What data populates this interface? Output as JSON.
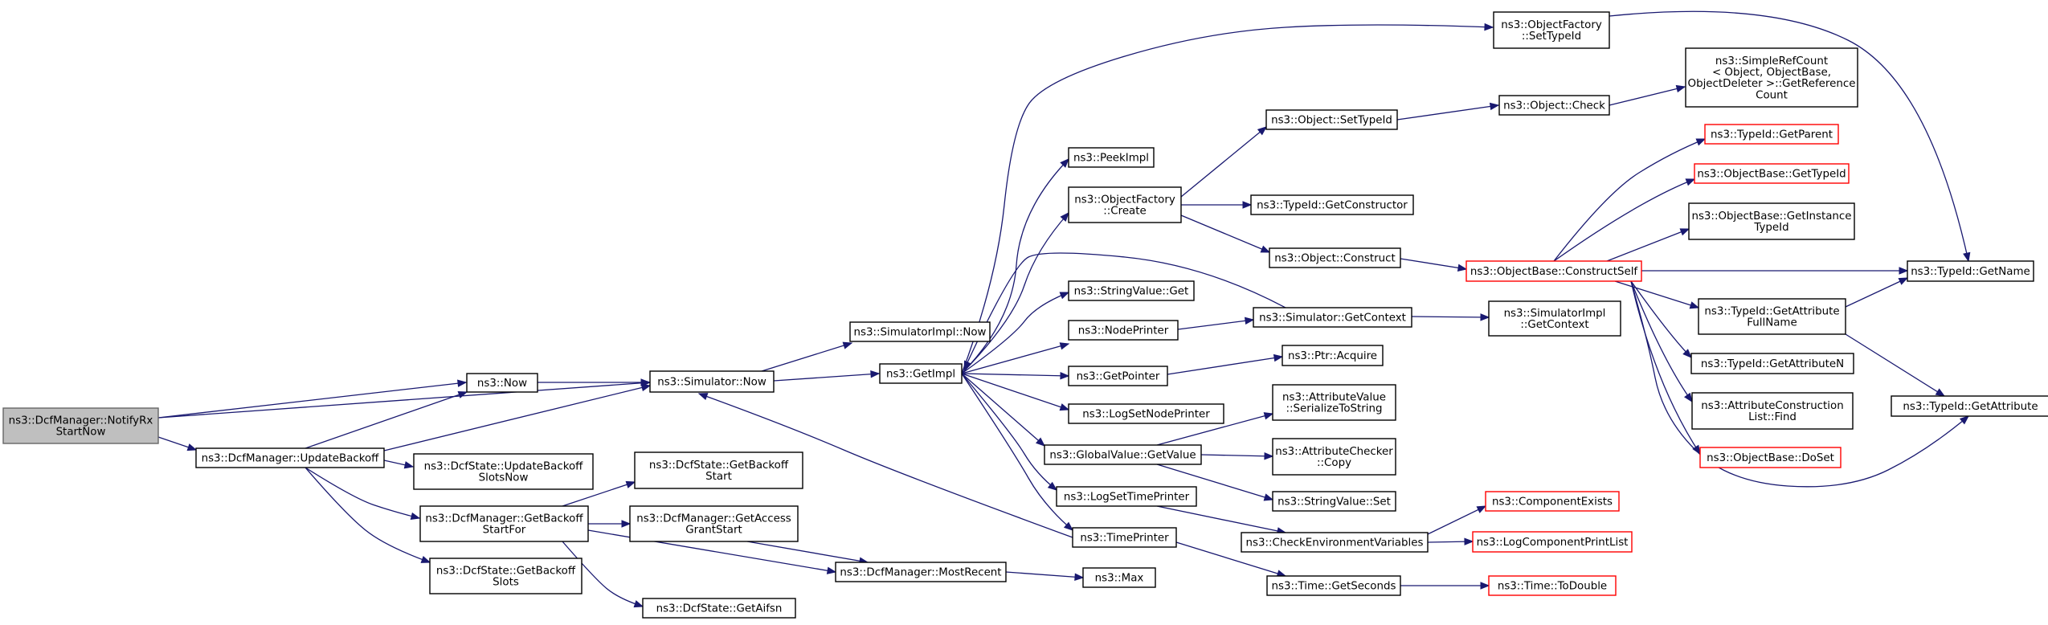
{
  "graph": {
    "type": "call-graph",
    "root": "n1",
    "nodes": [
      {
        "id": "n1",
        "lines": [
          "ns3::DcfManager::NotifyRx",
          "StartNow"
        ],
        "root": true
      },
      {
        "id": "n2",
        "lines": [
          "ns3::Now"
        ]
      },
      {
        "id": "n3",
        "lines": [
          "ns3::DcfManager::UpdateBackoff"
        ]
      },
      {
        "id": "n4",
        "lines": [
          "ns3::Simulator::Now"
        ]
      },
      {
        "id": "n5",
        "lines": [
          "ns3::SimulatorImpl::Now"
        ]
      },
      {
        "id": "n6",
        "lines": [
          "ns3::GetImpl"
        ]
      },
      {
        "id": "n7",
        "lines": [
          "ns3::ObjectFactory",
          "::SetTypeId"
        ]
      },
      {
        "id": "n8",
        "lines": [
          "ns3::TypeId::GetName"
        ]
      },
      {
        "id": "n9",
        "lines": [
          "ns3::PeekImpl"
        ]
      },
      {
        "id": "n10",
        "lines": [
          "ns3::ObjectFactory",
          "::Create"
        ]
      },
      {
        "id": "n11",
        "lines": [
          "ns3::Object::SetTypeId"
        ]
      },
      {
        "id": "n12",
        "lines": [
          "ns3::Object::Check"
        ]
      },
      {
        "id": "n13",
        "lines": [
          "ns3::SimpleRefCount",
          "< Object, ObjectBase,",
          "ObjectDeleter >::GetReference",
          "Count"
        ]
      },
      {
        "id": "n14",
        "lines": [
          "ns3::TypeId::GetConstructor"
        ]
      },
      {
        "id": "n15",
        "lines": [
          "ns3::Object::Construct"
        ]
      },
      {
        "id": "n16",
        "lines": [
          "ns3::ObjectBase::ConstructSelf"
        ],
        "truncated": true
      },
      {
        "id": "n17",
        "lines": [
          "ns3::TypeId::GetParent"
        ],
        "truncated": true
      },
      {
        "id": "n18",
        "lines": [
          "ns3::ObjectBase::GetTypeId"
        ],
        "truncated": true
      },
      {
        "id": "n19",
        "lines": [
          "ns3::ObjectBase::GetInstance",
          "TypeId"
        ]
      },
      {
        "id": "n20",
        "lines": [
          "ns3::TypeId::GetAttribute",
          "FullName"
        ]
      },
      {
        "id": "n21",
        "lines": [
          "ns3::TypeId::GetAttributeN"
        ]
      },
      {
        "id": "n22",
        "lines": [
          "ns3::AttributeConstruction",
          "List::Find"
        ]
      },
      {
        "id": "n23",
        "lines": [
          "ns3::ObjectBase::DoSet"
        ],
        "truncated": true
      },
      {
        "id": "n24",
        "lines": [
          "ns3::TypeId::GetAttribute"
        ]
      },
      {
        "id": "n25",
        "lines": [
          "ns3::StringValue::Get"
        ]
      },
      {
        "id": "n26",
        "lines": [
          "ns3::NodePrinter"
        ]
      },
      {
        "id": "n27",
        "lines": [
          "ns3::Simulator::GetContext"
        ]
      },
      {
        "id": "n28",
        "lines": [
          "ns3::SimulatorImpl",
          "::GetContext"
        ]
      },
      {
        "id": "n29",
        "lines": [
          "ns3::GetPointer"
        ]
      },
      {
        "id": "n30",
        "lines": [
          "ns3::Ptr::Acquire"
        ]
      },
      {
        "id": "n31",
        "lines": [
          "ns3::LogSetNodePrinter"
        ]
      },
      {
        "id": "n32",
        "lines": [
          "ns3::GlobalValue::GetValue"
        ]
      },
      {
        "id": "n33",
        "lines": [
          "ns3::AttributeValue",
          "::SerializeToString"
        ]
      },
      {
        "id": "n34",
        "lines": [
          "ns3::AttributeChecker",
          "::Copy"
        ]
      },
      {
        "id": "n35",
        "lines": [
          "ns3::StringValue::Set"
        ]
      },
      {
        "id": "n36",
        "lines": [
          "ns3::LogSetTimePrinter"
        ]
      },
      {
        "id": "n37",
        "lines": [
          "ns3::TimePrinter"
        ]
      },
      {
        "id": "n38",
        "lines": [
          "ns3::CheckEnvironmentVariables"
        ]
      },
      {
        "id": "n39",
        "lines": [
          "ns3::ComponentExists"
        ],
        "truncated": true
      },
      {
        "id": "n40",
        "lines": [
          "ns3::LogComponentPrintList"
        ],
        "truncated": true
      },
      {
        "id": "n41",
        "lines": [
          "ns3::Time::GetSeconds"
        ]
      },
      {
        "id": "n42",
        "lines": [
          "ns3::Time::ToDouble"
        ],
        "truncated": true
      },
      {
        "id": "n43",
        "lines": [
          "ns3::DcfState::UpdateBackoff",
          "SlotsNow"
        ]
      },
      {
        "id": "n44",
        "lines": [
          "ns3::DcfManager::GetBackoff",
          "StartFor"
        ]
      },
      {
        "id": "n45",
        "lines": [
          "ns3::DcfState::GetBackoff",
          "Start"
        ]
      },
      {
        "id": "n46",
        "lines": [
          "ns3::DcfManager::GetAccess",
          "GrantStart"
        ]
      },
      {
        "id": "n47",
        "lines": [
          "ns3::DcfManager::MostRecent"
        ]
      },
      {
        "id": "n48",
        "lines": [
          "ns3::Max"
        ]
      },
      {
        "id": "n49",
        "lines": [
          "ns3::DcfState::GetBackoff",
          "Slots"
        ]
      },
      {
        "id": "n50",
        "lines": [
          "ns3::DcfState::GetAifsn"
        ]
      }
    ]
  }
}
